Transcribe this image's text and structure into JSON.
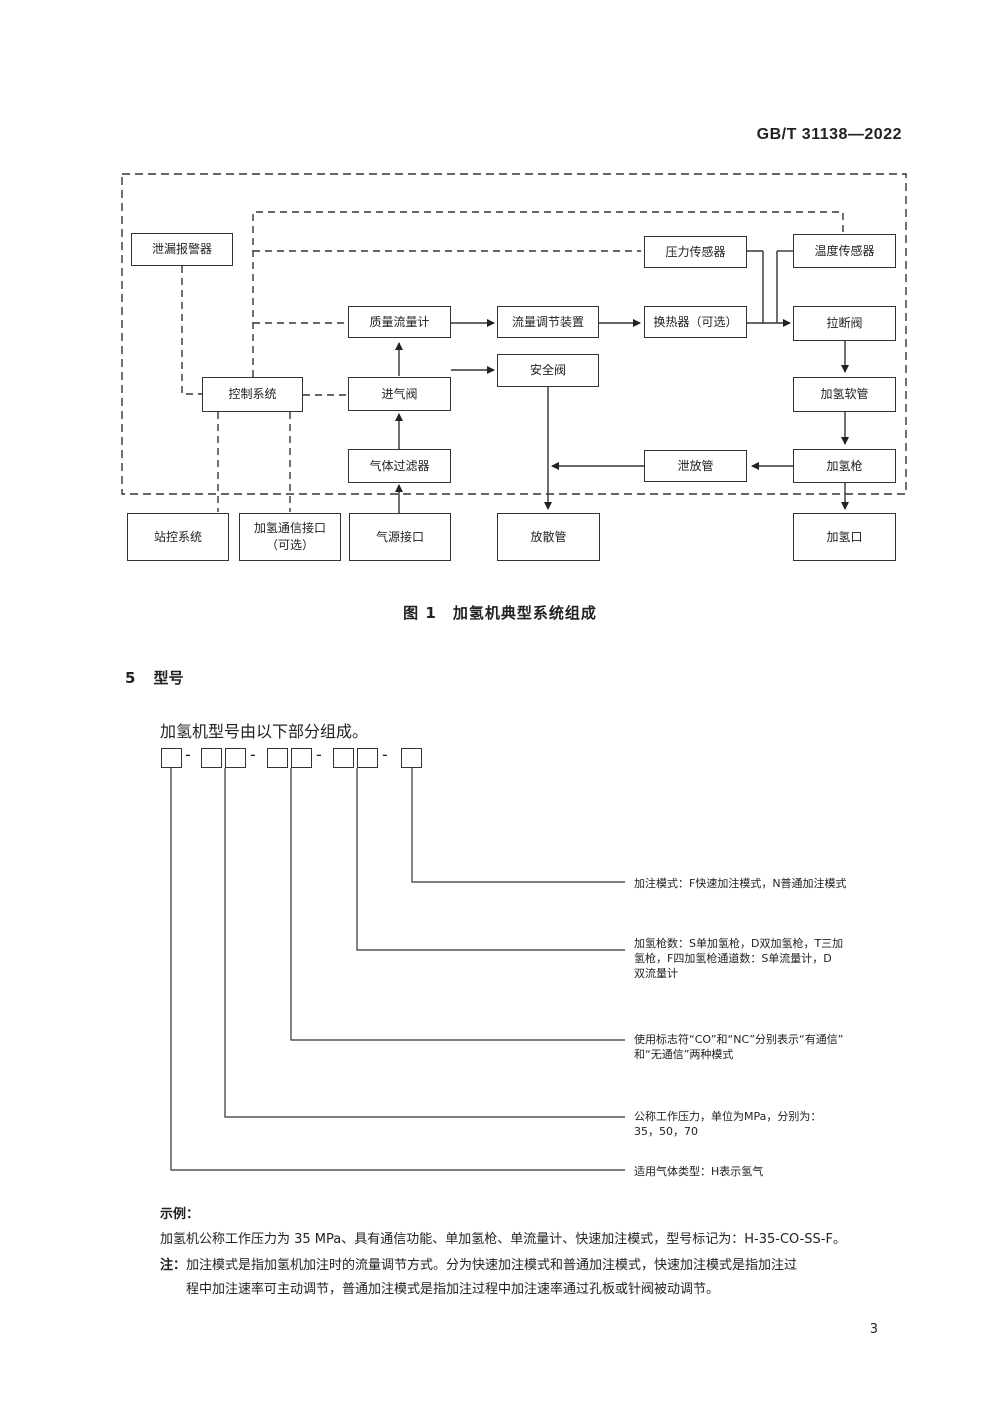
{
  "header": {
    "standard_number": "GB/T 31138—2022"
  },
  "figure": {
    "boxes": {
      "leak_alarm": "泄漏报警器",
      "pressure_sensor": "压力传感器",
      "temperature_sensor": "温度传感器",
      "mass_flowmeter": "质量流量计",
      "flow_regulator": "流量调节装置",
      "heat_exchanger": "换热器（可选）",
      "breakaway_valve": "拉断阀",
      "safety_valve": "安全阀",
      "control_system": "控制系统",
      "inlet_valve": "进气阀",
      "hydrogen_hose": "加氢软管",
      "gas_filter": "气体过滤器",
      "vent_pipe": "泄放管",
      "nozzle": "加氢枪",
      "station_control": "站控系统",
      "comm_interface_line1": "加氢通信接口",
      "comm_interface_line2": "（可选）",
      "gas_source_interface": "气源接口",
      "diffusion_pipe": "放散管",
      "refueling_port": "加氢口"
    },
    "caption": "图 1　加氢机典型系统组成"
  },
  "section": {
    "number": "5",
    "title": "型号"
  },
  "model": {
    "intro": "加氢机型号由以下部分组成。",
    "separator": "-",
    "descriptions": {
      "mode": "加注模式：F快速加注模式，N普通加注模式",
      "nozzles_line1": "加氢枪数：S单加氢枪，D双加氢枪，T三加",
      "nozzles_line2": "氢枪，F四加氢枪通道数：S单流量计，D",
      "nozzles_line3": "双流量计",
      "comm_line1": "使用标志符“CO”和“NC”分别表示“有通信”",
      "comm_line2": "和“无通信”两种模式",
      "pressure_line1": "公称工作压力，单位为MPa，分别为：",
      "pressure_line2": "35，50，70",
      "gas_type": "适用气体类型：H表示氢气"
    }
  },
  "example": {
    "label": "示例：",
    "text": "加氢机公称工作压力为 35 MPa、具有通信功能、单加氢枪、单流量计、快速加注模式，型号标记为：H-35-CO-SS-F。"
  },
  "note": {
    "label": "注：",
    "line1": "加注模式是指加氢机加注时的流量调节方式。分为快速加注模式和普通加注模式，快速加注模式是指加注过",
    "line2": "程中加注速率可主动调节，普通加注模式是指加注过程中加注速率通过孔板或针阀被动调节。"
  },
  "page_number": "3"
}
